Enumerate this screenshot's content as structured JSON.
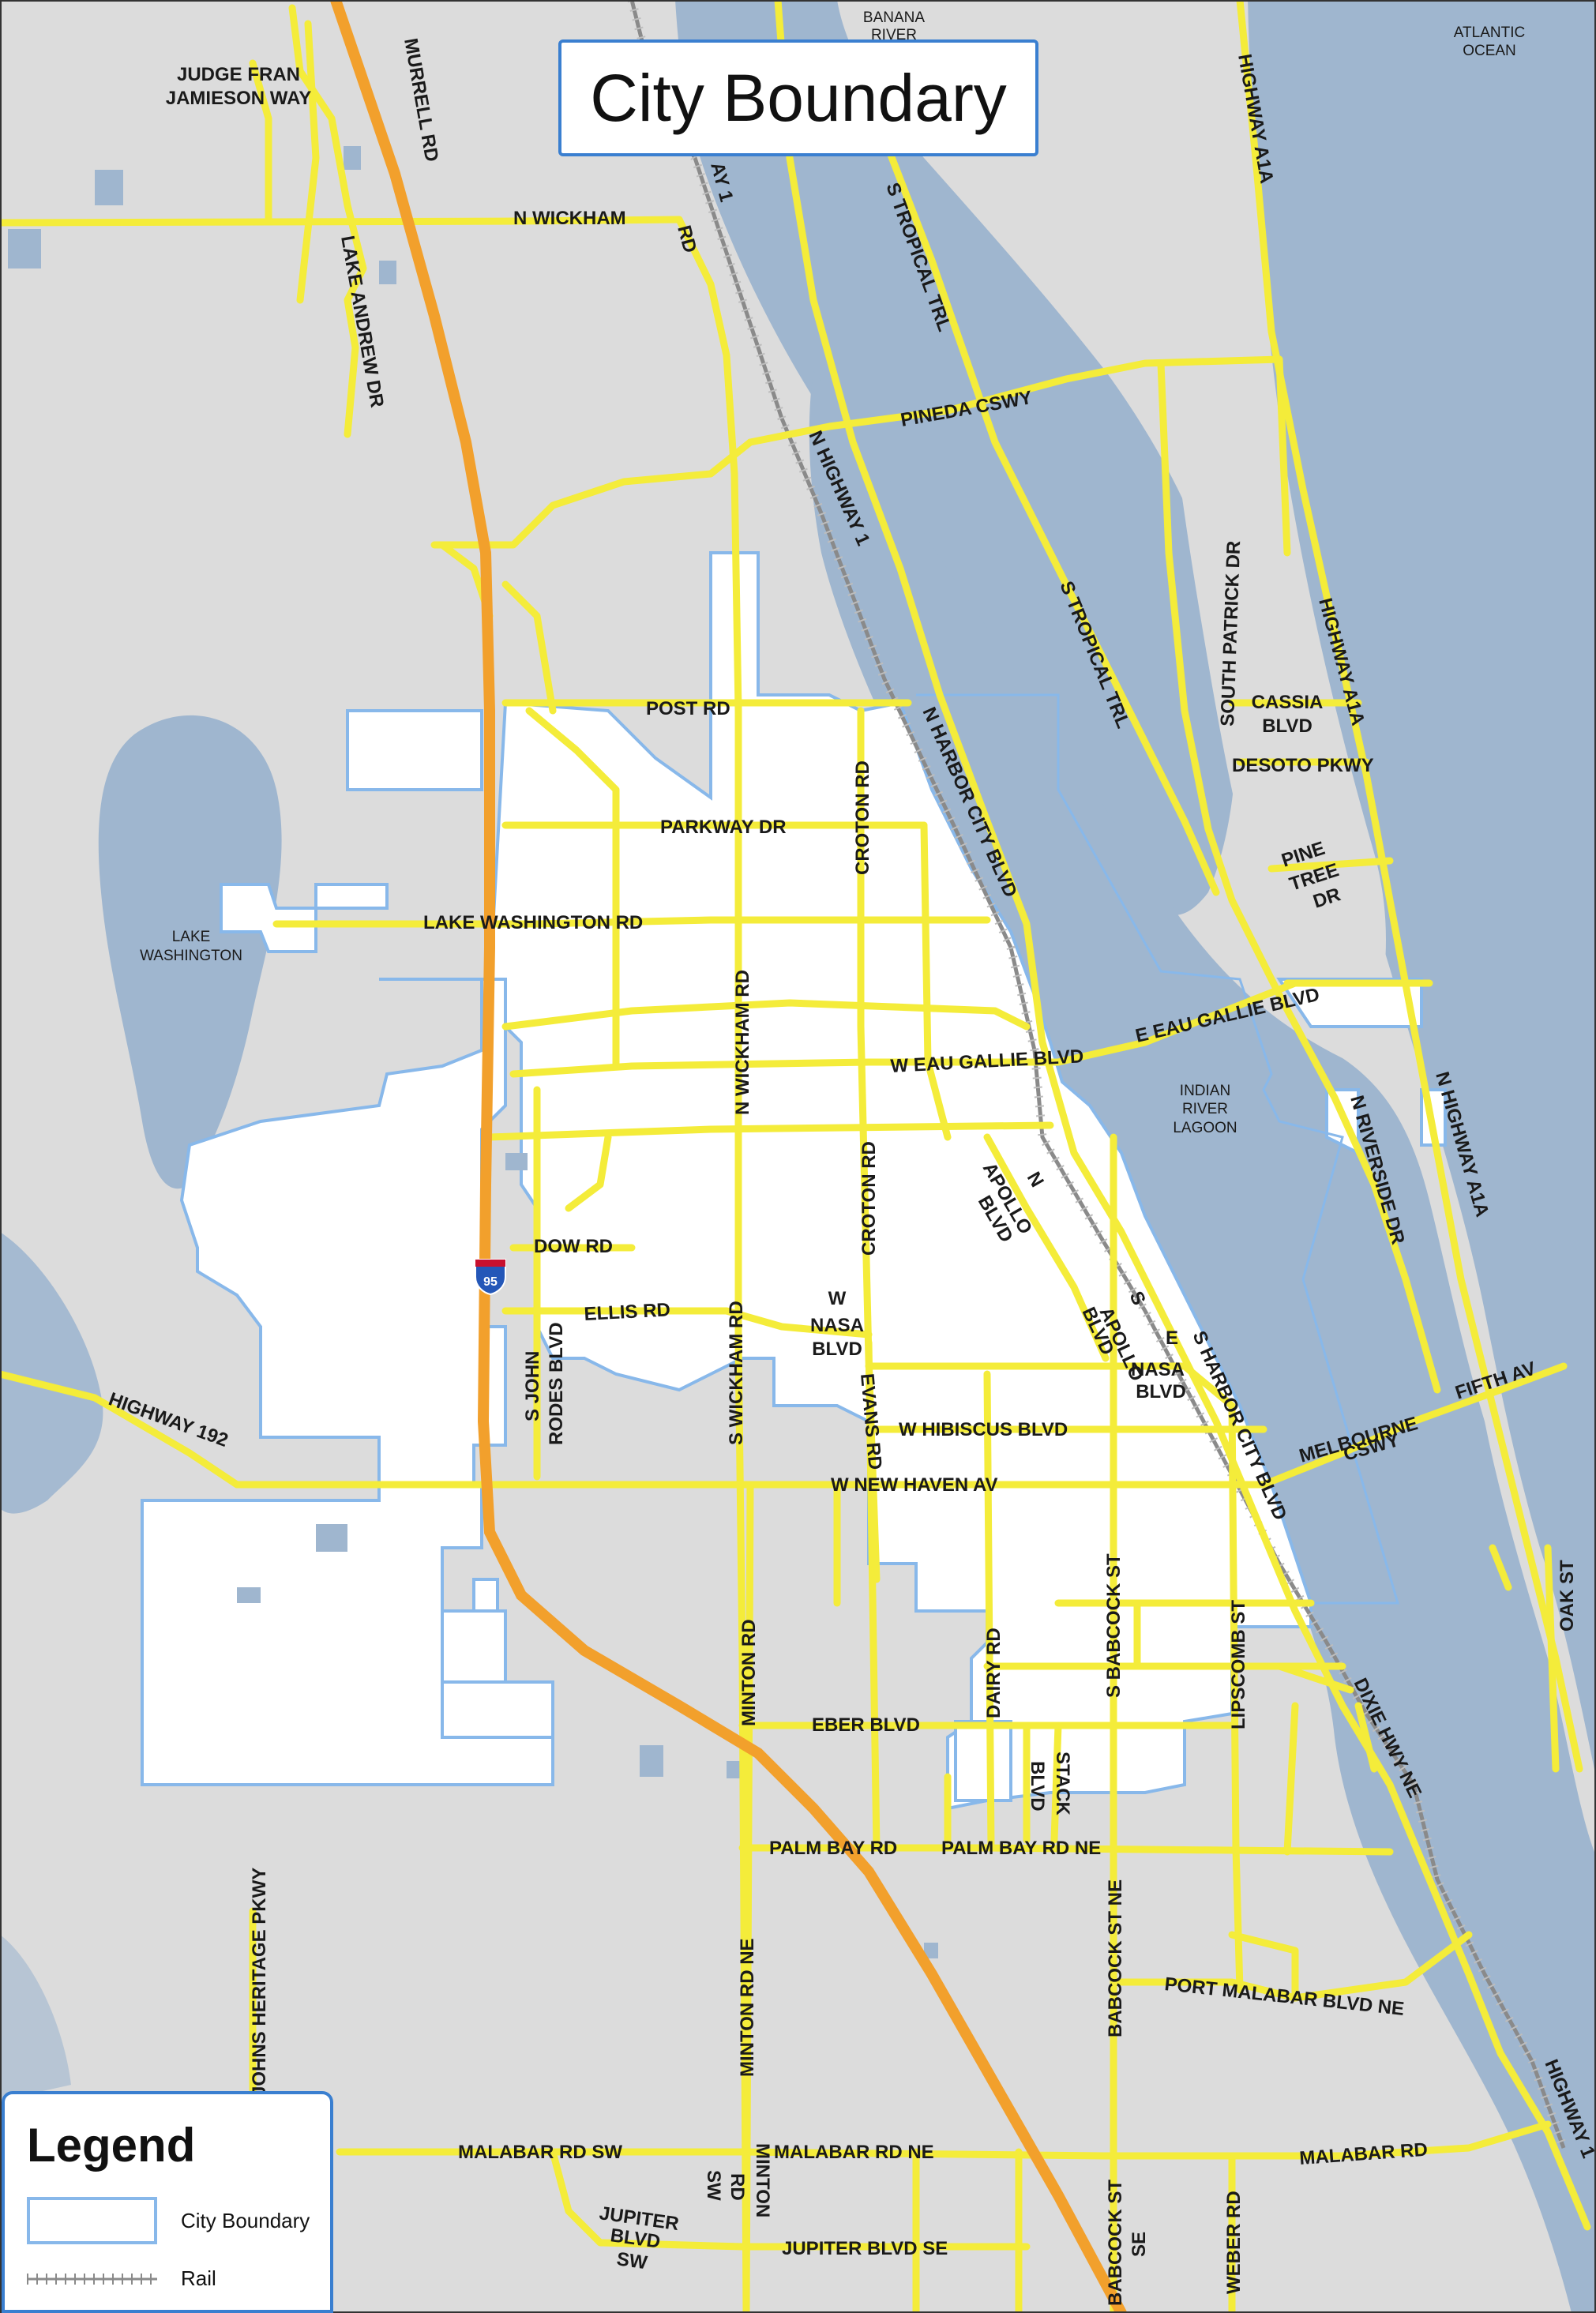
{
  "title": "City Boundary",
  "legend": {
    "title": "Legend",
    "items": [
      {
        "label": "City Boundary"
      },
      {
        "label": "Rail"
      }
    ]
  },
  "shield": {
    "number": "95"
  },
  "water_labels": {
    "banana_river_1": "BANANA",
    "banana_river_2": "RIVER",
    "atlantic_1": "ATLANTIC",
    "atlantic_2": "OCEAN",
    "lake_washington_1": "LAKE",
    "lake_washington_2": "WASHINGTON",
    "indian_river_1": "INDIAN",
    "indian_river_2": "RIVER",
    "indian_river_3": "LAGOON"
  },
  "roads": {
    "judge_fran_1": "JUDGE FRAN",
    "judge_fran_2": "JAMIESON  WAY",
    "murrell_rd": "MURRELL RD",
    "n_wickham": "N  WICKHAM",
    "rd_wickham": "RD",
    "lake_andrew_dr": "LAKE ANDREW DR",
    "hwy1_top": "AY 1",
    "s_tropical_trl_top": "S TROPICAL TRL",
    "highway_a1a_top": "HIGHWAY A1A",
    "pineda_cswy": "PINEDA  CSWY",
    "n_highway_1": "N  HIGHWAY 1",
    "s_tropical_trl_mid": "S TROPICAL TRL",
    "south_patrick_dr": "SOUTH PATRICK DR",
    "highway_a1a_mid": "HIGHWAY A1A",
    "cassia_1": "CASSIA",
    "cassia_2": "BLVD",
    "desoto_pkwy": "DESOTO PKWY",
    "post_rd": "POST RD",
    "n_harbor_city_blvd": "N HARBOR CITY BLVD",
    "croton_rd_top": "CROTON RD",
    "parkway_dr": "PARKWAY DR",
    "pine_tree_1": "PINE",
    "pine_tree_2": "TREE",
    "pine_tree_3": "DR",
    "lake_washington_rd": "LAKE WASHINGTON RD",
    "n_wickham_rd": "N WICKHAM RD",
    "e_eau_gallie_blvd": "E EAU GALLIE BLVD",
    "w_eau_gallie_blvd": "W EAU GALLIE BLVD",
    "n_riverside_dr": "N RIVERSIDE DR",
    "n_highway_a1a": "N HIGHWAY A1A",
    "croton_rd_mid": "CROTON RD",
    "apollo_blvd_1": "APOLLO",
    "apollo_blvd_2": "BLVD",
    "apollo_n": "N",
    "dow_rd": "DOW RD",
    "ellis_rd": "ELLIS RD",
    "w_nasa_1": "W",
    "w_nasa_2": "NASA",
    "w_nasa_3": "BLVD",
    "s_apollo_1": "S",
    "s_apollo_2": "APOLLO",
    "s_apollo_3": "BLVD",
    "e_nasa_1": "E",
    "e_nasa_2": "NASA",
    "e_nasa_3": "BLVD",
    "s_harbor_city_blvd": "S HARBOR CITY BLVD",
    "s_john_1": "S JOHN",
    "s_john_2": "RODES BLVD",
    "s_wickham_rd": "S WICKHAM RD",
    "evans_rd": "EVANS RD",
    "w_hibiscus_blvd": "W HIBISCUS BLVD",
    "highway_192": "HIGHWAY 192",
    "w_new_haven_av": "W NEW HAVEN AV",
    "melbourne_1": "MELBOURNE",
    "melbourne_2": "CSWY",
    "fifth_av": "FIFTH AV",
    "oak_st": "OAK ST",
    "s_babcock_st": "S BABCOCK ST",
    "lipscomb_st": "LIPSCOMB ST",
    "dairy_rd": "DAIRY RD",
    "minton_rd": "MINTON RD",
    "eber_blvd": "EBER BLVD",
    "dixie_hwy_ne": "DIXIE HWY NE",
    "stack_1": "STACK",
    "stack_2": "BLVD",
    "palm_bay_rd": "PALM BAY RD",
    "palm_bay_rd_ne": "PALM BAY RD NE",
    "babcock_st_ne": "BABCOCK ST NE",
    "minton_rd_ne": "MINTON RD NE",
    "johns_heritage_pkwy": "JOHNS HERITAGE PKWY",
    "port_malabar_blvd_ne": "PORT  MALABAR BLVD  NE",
    "highway_1_bottom": "HIGHWAY 1",
    "malabar_rd_sw": "MALABAR RD SW",
    "malabar_rd_ne": "MALABAR RD NE",
    "malabar_rd": "MALABAR  RD",
    "minton_rd_sw_1": "RD",
    "minton_rd_sw_2": "SW",
    "minton_2_1": "MINTON",
    "jupiter_1": "JUPITER",
    "jupiter_2": "BLVD",
    "jupiter_3": "SW",
    "jupiter_blvd_se": "JUPITER BLVD  SE",
    "babcock_st_se_1": "BABCOCK ST",
    "babcock_st_se_2": "SE",
    "weber_rd": "WEBER RD"
  },
  "colors": {
    "land": "#dcdcdc",
    "water": "#9fb6cf",
    "road": "#f4ec3a",
    "interstate": "#f2a02c",
    "boundary_fill": "#ffffff",
    "boundary_stroke": "#88b8ea",
    "accent": "#3a7fd0"
  }
}
